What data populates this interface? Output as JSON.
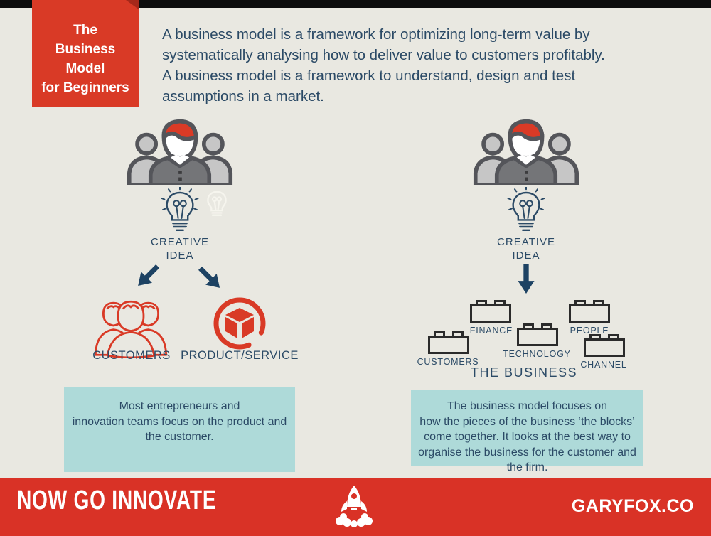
{
  "theme": {
    "background": "#e9e8e1",
    "accent_red": "#d93a26",
    "fold_red": "#a5281a",
    "navy_text": "#2b4a66",
    "teal_box": "#aedad9",
    "strip_black": "#0d0d0d"
  },
  "badge": {
    "title": "The\nBusiness\nModel\nfor Beginners"
  },
  "intro": {
    "text": "A business model is a framework for optimizing long-term value by\nsystematically analysing how to deliver value to customers profitably.\nA business model is a framework to understand, design and test\nassumptions in a market."
  },
  "left_column": {
    "creative_idea_label": "CREATIVE\nIDEA",
    "customers_label": "CUSTOMERS",
    "product_label": "PRODUCT/SERVICE",
    "note": "Most entrepreneurs and\ninnovation teams focus on the product and\nthe customer."
  },
  "right_column": {
    "creative_idea_label": "CREATIVE\nIDEA",
    "blocks": [
      {
        "label": "FINANCE"
      },
      {
        "label": "PEOPLE"
      },
      {
        "label": "CUSTOMERS"
      },
      {
        "label": "TECHNOLOGY"
      },
      {
        "label": "CHANNEL"
      }
    ],
    "business_label": "THE BUSINESS",
    "note": "The business model focuses on\nhow the pieces of the business ‘the blocks’\ncome together. It looks at the best way to\norganise the business for the customer and\nthe firm."
  },
  "footer": {
    "cta": "NOW GO INNOVATE",
    "site": "GARYFOX.CO"
  },
  "icons": {
    "team": "team-icon",
    "lightbulb": "lightbulb-icon",
    "ghost_lightbulb": "lightbulb-ghost-icon",
    "arrow_down_left": "arrow-down-left-icon",
    "arrow_down_right": "arrow-down-right-icon",
    "arrow_down": "arrow-down-icon",
    "customers_group": "customers-group-icon",
    "product_cube": "product-cube-icon",
    "brick": "building-block-icon",
    "rocket": "rocket-icon"
  }
}
